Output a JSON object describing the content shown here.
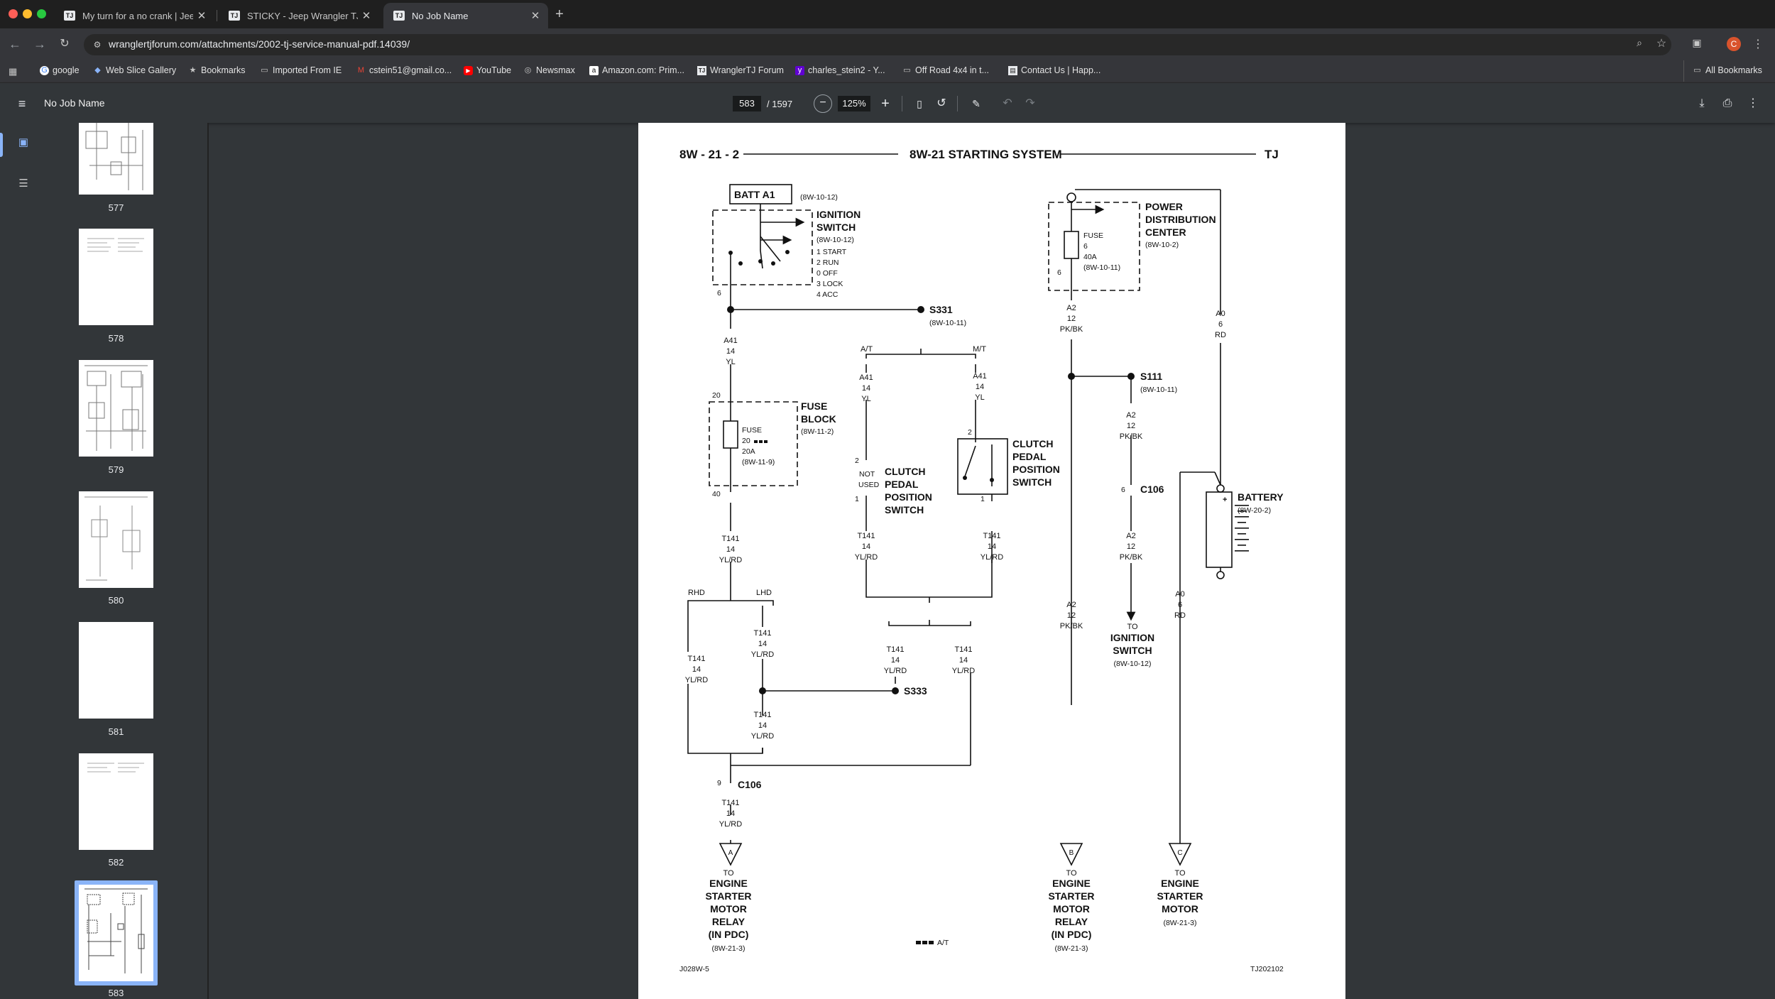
{
  "browser": {
    "tabs": [
      {
        "favicon": "TJ",
        "title": "My turn for a no crank | Jeep"
      },
      {
        "favicon": "TJ",
        "title": "STICKY - Jeep Wrangler TJ F"
      },
      {
        "favicon": "TJ",
        "title": "No Job Name"
      }
    ],
    "url": "wranglertjforum.com/attachments/2002-tj-service-manual-pdf.14039/",
    "profile_initial": "C",
    "bookmarks": [
      "google",
      "Web Slice Gallery",
      "Bookmarks",
      "Imported From IE",
      "cstein51@gmail.co...",
      "YouTube",
      "Newsmax",
      "Amazon.com: Prim...",
      "WranglerTJ Forum",
      "charles_stein2 - Y...",
      "Off Road 4x4 in t...",
      "Contact Us | Happ..."
    ],
    "all_bookmarks": "All Bookmarks"
  },
  "pdf": {
    "doc_name": "No Job Name",
    "page_current": "583",
    "page_total": "/ 1597",
    "zoom": "125%"
  },
  "thumbnails": [
    "577",
    "578",
    "579",
    "580",
    "581",
    "582",
    "583"
  ],
  "diagram": {
    "header_left": "8W - 21 - 2",
    "header_title": "8W-21 STARTING SYSTEM",
    "header_right": "TJ",
    "batt": "BATT A1",
    "batt_ref": "(8W-10-12)",
    "ign_title1": "IGNITION",
    "ign_title2": "SWITCH",
    "ign_ref": "(8W-10-12)",
    "ign_pos": [
      "1 START",
      "2 RUN",
      "0 OFF",
      "3 LOCK",
      "4 ACC"
    ],
    "pin6": "6",
    "s331": "S331",
    "s331_ref": "(8W-10-11)",
    "at": "A/T",
    "mt": "M/T",
    "wire_a41": [
      "A41",
      "14",
      "YL"
    ],
    "fuse_block": [
      "FUSE",
      "BLOCK"
    ],
    "fuse_block_ref": "(8W-11-2)",
    "fuse_inner": [
      "FUSE",
      "20",
      "20A",
      "(8W-11-9)"
    ],
    "pin20": "20",
    "pin40": "40",
    "not_used": [
      "NOT",
      "USED"
    ],
    "pin2": "2",
    "pin1": "1",
    "clutch": [
      "CLUTCH",
      "PEDAL",
      "POSITION",
      "SWITCH"
    ],
    "wire_t141": [
      "T141",
      "14",
      "YL/RD"
    ],
    "rhd": "RHD",
    "lhd": "LHD",
    "s333": "S333",
    "c106": "C106",
    "pin9": "9",
    "conn_a": "A",
    "conn_b": "B",
    "conn_c": "C",
    "to": "TO",
    "esm_relay": [
      "ENGINE",
      "STARTER",
      "MOTOR",
      "RELAY",
      "(IN PDC)"
    ],
    "esm_relay_ref": "(8W-21-3)",
    "esm": [
      "ENGINE",
      "STARTER",
      "MOTOR"
    ],
    "esm_ref": "(8W-21-3)",
    "pdc": [
      "POWER",
      "DISTRIBUTION",
      "CENTER"
    ],
    "pdc_ref": "(8W-10-2)",
    "pdc_fuse": [
      "FUSE",
      "6",
      "40A",
      "(8W-10-11)"
    ],
    "wire_a2": [
      "A2",
      "12",
      "PK/BK"
    ],
    "wire_a0": [
      "A0",
      "6",
      "RD"
    ],
    "s111": "S111",
    "s111_ref": "(8W-10-11)",
    "battery": "BATTERY",
    "battery_ref": "(8W-20-2)",
    "ign_to": [
      "TO",
      "IGNITION",
      "SWITCH"
    ],
    "ign_to_ref": "(8W-10-12)",
    "legend": "A/T",
    "code_left": "J028W-5",
    "code_right": "TJ202102"
  }
}
